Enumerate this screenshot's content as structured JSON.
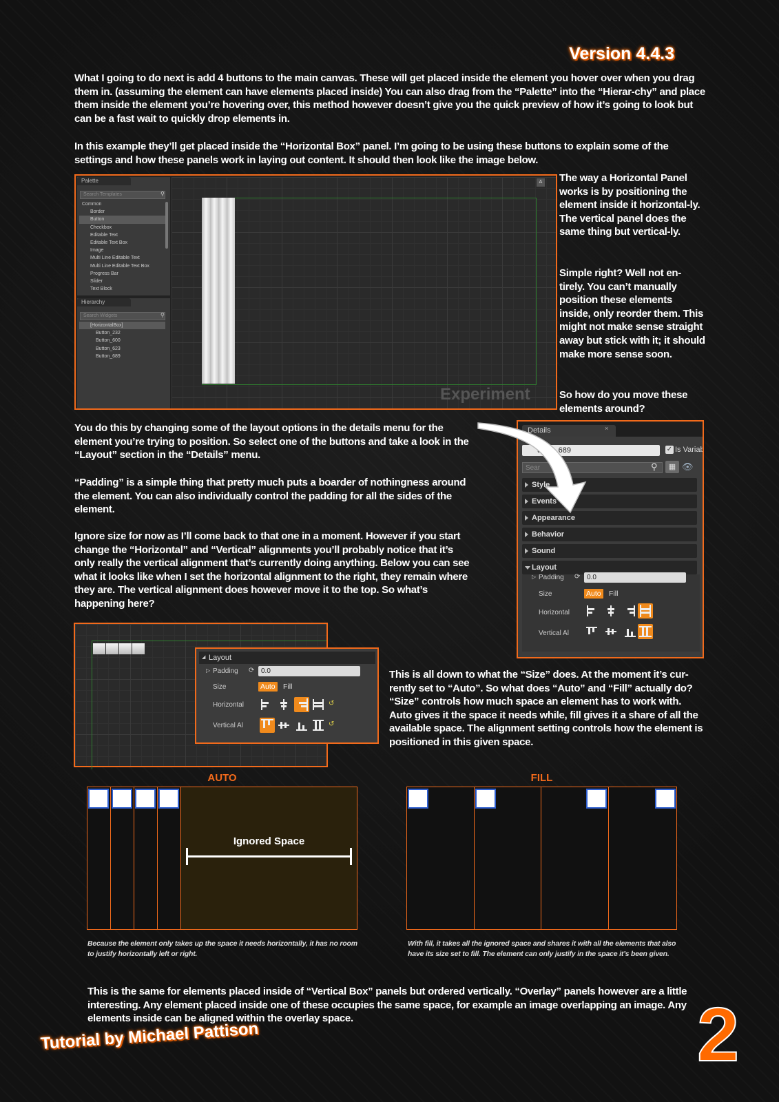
{
  "version": "Version 4.4.3",
  "paragraphs": {
    "p1": "What I going to do next is add 4 buttons to the main canvas. These will get placed inside the element you hover over when you drag them in. (assuming the element can have elements placed inside) You can also drag from the “Palette” into the “Hierar-chy” and place them inside the element you’re hovering over, this method however doesn’t give you the quick preview of how it’s going to look but can be a fast wait to quickly drop elements in.",
    "p2": "In this example they’ll get placed inside the “Horizontal Box” panel. I’m going to be using these buttons to explain some of the settings and how these panels work in laying out content. It should then look like the image below.",
    "side1": "The way a Horizontal Panel works is  by positioning the element inside it horizontal-ly. The vertical panel does the same thing but vertical-ly.",
    "side2": "Simple right? Well not en-tirely. You can’t manually position these elements inside, only reorder them. This might not make sense straight away but stick with it; it should make more sense soon.",
    "side3": "So how do you move these elements around?",
    "p3": "You do this by changing some of the layout options in the details menu for the element you’re trying to position. So select one of the buttons and take a look in the “Layout” section in the “Details” menu.",
    "p4": "“Padding” is a simple thing that pretty much puts a boarder of nothingness around the element. You can also individually control the padding for all the sides of the element.",
    "p5": "Ignore size for now as I’ll come back to that one in a moment. However if you start change the “Horizontal” and “Vertical” alignments you’ll probably notice that it’s only really the vertical alignment that’s currently doing anything. Below you can see what it looks like when I set the horizontal alignment to the right, they remain where they are.  The vertical alignment does however move it to the top. So what’s happening here?",
    "p6": "This is all down to what the “Size” does. At the moment it’s cur-rently set to “Auto”. So what does “Auto” and “Fill” actually do? “Size” controls how much space an element has to work with. Auto gives it the space it needs while, fill gives it a share of all the available space. The alignment setting controls how the element is positioned in this given space.",
    "p7": "This is the same for elements placed inside of “Vertical Box” panels but ordered vertically. “Overlay” panels however are a little interesting. Any element placed inside one of these occupies the same space, for example an image overlapping an image. Any elements inside can be aligned within the overlay space."
  },
  "editor": {
    "palette_tab": "Palette",
    "palette_search": "Search Templates",
    "palette_category": "Common",
    "palette_items": [
      "Border",
      "Button",
      "Checkbox",
      "Editable Text",
      "Editable Text Box",
      "Image",
      "Multi Line Editable Text",
      "Multi Line Editable Text Box",
      "Progress Bar",
      "Slider",
      "Text Block"
    ],
    "hierarchy_tab": "Hierarchy",
    "hierarchy_search": "Search Widgets",
    "hierarchy_root": "[HorizontalBox]",
    "hierarchy_items": [
      "Button_232",
      "Button_600",
      "Button_623",
      "Button_689"
    ],
    "canvas_watermark": "Experiment",
    "canvas_corner": "A"
  },
  "details": {
    "tab": "Details",
    "name_value": "utton_689",
    "is_variable": "Is Variab",
    "search": "Sear",
    "sections": [
      "Style",
      "Events",
      "Appearance",
      "Behavior",
      "Sound",
      "Layout"
    ],
    "padding_label": "Padding",
    "padding_value": "0.0",
    "size_label": "Size",
    "size_auto": "Auto",
    "size_fill": "Fill",
    "horizontal_label": "Horizontal",
    "vertical_label": "Vertical Al"
  },
  "layout_panel2": {
    "title": "Layout",
    "padding_label": "Padding",
    "padding_value": "0.0",
    "size_label": "Size",
    "size_auto": "Auto",
    "size_fill": "Fill",
    "horizontal_label": "Horizontal",
    "vertical_label": "Vertical Al"
  },
  "diagrams": {
    "auto_title": "AUTO",
    "fill_title": "FILL",
    "ignored_space": "Ignored Space",
    "auto_caption": "Because the element only takes up the space it needs horizontally, it has no room to justify horizontally left or right.",
    "fill_caption": "With fill, it takes all the ignored space and shares it with all the elements that also have its size set to fill. The element can only justify in the space it’s been given."
  },
  "footer": {
    "credit": "Tutorial by Michael Pattison",
    "page_number": "2"
  },
  "colors": {
    "accent": "#f26a1b",
    "button_active": "#f08a1c",
    "diagram_box_border": "#2f5fd0",
    "background": "#141414"
  }
}
